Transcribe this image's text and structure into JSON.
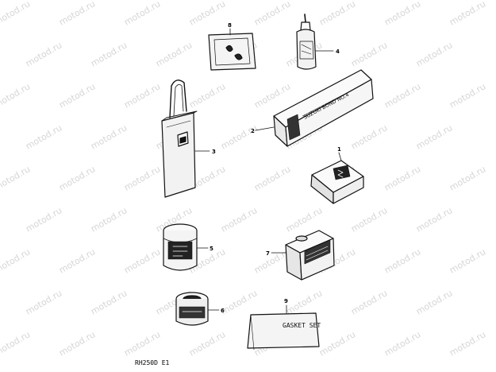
{
  "diagram": {
    "caption": "RH250D E1",
    "watermark_text": "motod.ru",
    "callouts": {
      "c1": "1",
      "c2": "2",
      "c3": "3",
      "c4": "4",
      "c5": "5",
      "c6": "6",
      "c7": "7",
      "c8": "8",
      "c9": "9"
    },
    "labels": {
      "gasket_set": "GASKET SET",
      "bond_box": "SUZUKI BOND NO.4"
    }
  }
}
